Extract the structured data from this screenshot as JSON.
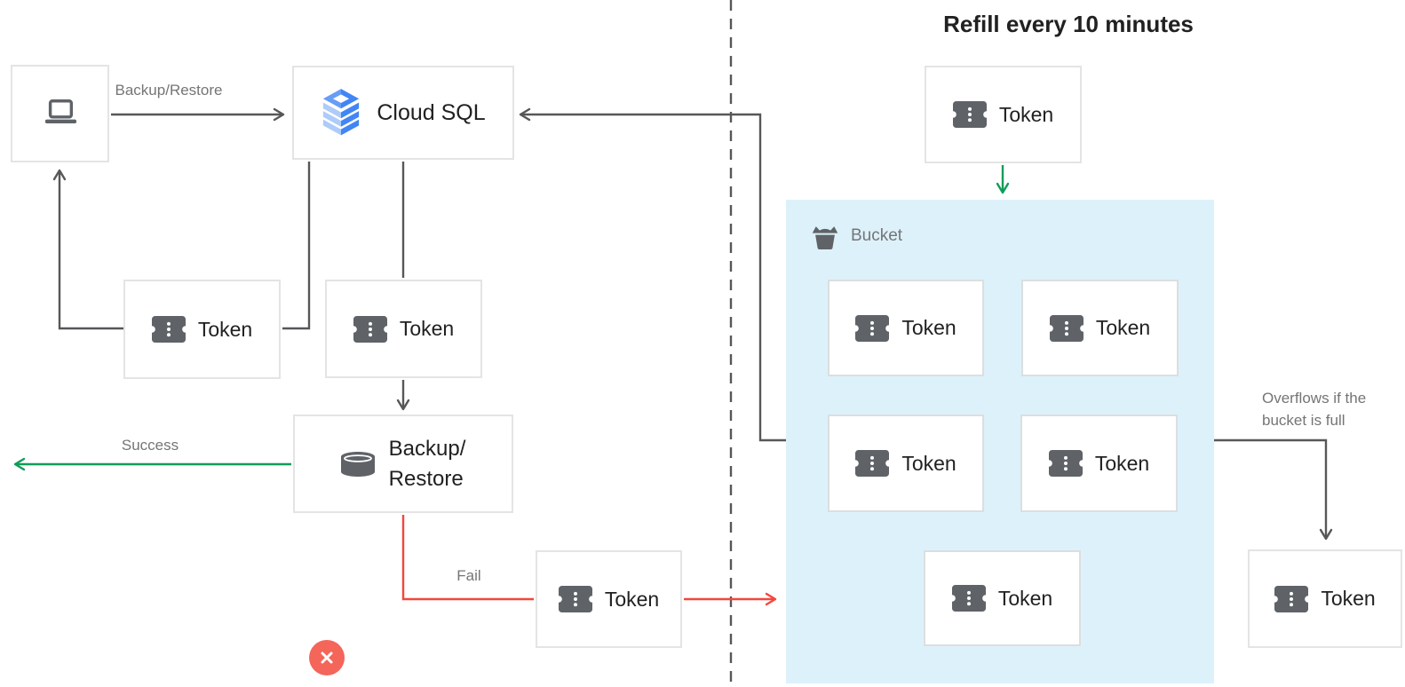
{
  "title": "Refill every 10 minutes",
  "nodes": {
    "client": {
      "icon": "laptop-icon"
    },
    "cloud_sql": {
      "label": "Cloud SQL",
      "icon": "cloud-sql-icon"
    },
    "token": {
      "label": "Token",
      "icon": "token-ticket-icon"
    },
    "backup_restore": {
      "line1": "Backup/",
      "line2": "Restore",
      "icon": "database-icon"
    },
    "bucket": {
      "label": "Bucket",
      "icon": "bucket-icon"
    },
    "error_badge": {
      "icon": "x-circle-icon"
    }
  },
  "edges": {
    "backup_restore_request": "Backup/Restore",
    "success": "Success",
    "fail": "Fail",
    "overflow_line1": "Overflows if the",
    "overflow_line2": "bucket is full"
  },
  "colors": {
    "line": "#57575A",
    "green": "#0F9D58",
    "red": "#F4473C",
    "error_badge": "#F4655A",
    "bucket_bg": "#DDF1FB",
    "box_border": "#E4E4E4",
    "label_gray": "#757575",
    "text_dark": "#212121",
    "icon_gray": "#5F6368",
    "blue_mid": "#4285F4",
    "blue_soft": "#669DF6",
    "blue_light": "#AECBFA"
  }
}
